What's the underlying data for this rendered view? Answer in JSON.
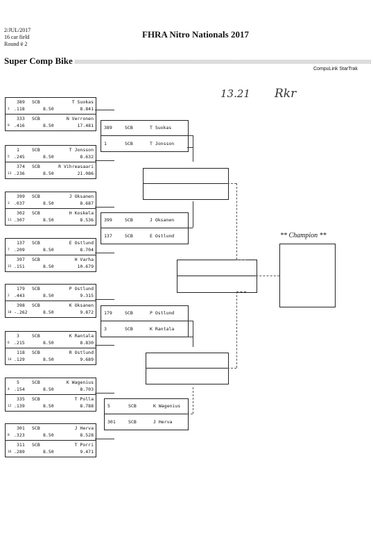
{
  "header": {
    "date": "2/JUL/2017",
    "field": "16 car field",
    "round": "Round # 2",
    "title": "FHRA Nitro Nationals 2017",
    "class_name": "Super Comp Bike",
    "brand": "CompuLink StarTrak"
  },
  "handwriting": {
    "time": "13.21",
    "initials": "Rkr"
  },
  "champion_label": "** Champion **",
  "round1": [
    {
      "top": {
        "num": "389",
        "cls": "SCB",
        "name": "T Suokas",
        "lane": "1",
        "rt": ".118",
        "dial": "8.50",
        "et": "8.841"
      },
      "bot": {
        "num": "333",
        "cls": "SCB",
        "name": "N Verronen",
        "lane": "9",
        "rt": ".416",
        "dial": "8.50",
        "et": "17.481"
      }
    },
    {
      "top": {
        "num": "1",
        "cls": "SCB",
        "name": "T Jonsson",
        "lane": "5",
        "rt": ".245",
        "dial": "8.50",
        "et": "8.632"
      },
      "bot": {
        "num": "374",
        "cls": "SCB",
        "name": "R Vihreasaari",
        "lane": "13",
        "rt": ".236",
        "dial": "8.50",
        "et": "21.086"
      }
    },
    {
      "top": {
        "num": "399",
        "cls": "SCB",
        "name": "J Oksanen",
        "lane": "3",
        "rt": ".037",
        "dial": "8.50",
        "et": "8.687"
      },
      "bot": {
        "num": "302",
        "cls": "SCB",
        "name": "H Koskela",
        "lane": "11",
        "rt": ".307",
        "dial": "8.50",
        "et": "8.536"
      }
    },
    {
      "top": {
        "num": "137",
        "cls": "SCB",
        "name": "E Ostlund",
        "lane": "7",
        "rt": ".209",
        "dial": "8.50",
        "et": "8.704"
      },
      "bot": {
        "num": "397",
        "cls": "SCB",
        "name": "H Varha",
        "lane": "15",
        "rt": ".151",
        "dial": "8.50",
        "et": "10.679"
      }
    },
    {
      "top": {
        "num": "179",
        "cls": "SCB",
        "name": "P Ostlund",
        "lane": "2",
        "rt": ".443",
        "dial": "8.50",
        "et": "9.315"
      },
      "bot": {
        "num": "398",
        "cls": "SCB",
        "name": "K Oksanen",
        "lane": "10",
        "rt": "-.262",
        "dial": "8.50",
        "et": "9.872"
      }
    },
    {
      "top": {
        "num": "3",
        "cls": "SCB",
        "name": "K Rantala",
        "lane": "6",
        "rt": ".215",
        "dial": "8.50",
        "et": "8.830"
      },
      "bot": {
        "num": "118",
        "cls": "SCB",
        "name": "R Ostlund",
        "lane": "14",
        "rt": ".129",
        "dial": "8.50",
        "et": "9.689"
      }
    },
    {
      "top": {
        "num": "5",
        "cls": "SCB",
        "name": "K Wagenius",
        "lane": "4",
        "rt": ".154",
        "dial": "8.50",
        "et": "8.703"
      },
      "bot": {
        "num": "335",
        "cls": "SCB",
        "name": "T Polla",
        "lane": "12",
        "rt": ".139",
        "dial": "8.50",
        "et": "8.788"
      }
    },
    {
      "top": {
        "num": "301",
        "cls": "SCB",
        "name": "J Herva",
        "lane": "8",
        "rt": ".323",
        "dial": "8.50",
        "et": "8.528"
      },
      "bot": {
        "num": "311",
        "cls": "SCB",
        "name": "T Porri",
        "lane": "16",
        "rt": ".289",
        "dial": "8.50",
        "et": "9.471"
      }
    }
  ],
  "round2": [
    {
      "top": {
        "num": "389",
        "cls": "SCB",
        "name": "T Suokas"
      },
      "bot": {
        "num": "1",
        "cls": "SCB",
        "name": "T Jonsson"
      }
    },
    {
      "top": {
        "num": "399",
        "cls": "SCB",
        "name": "J Oksanen"
      },
      "bot": {
        "num": "137",
        "cls": "SCB",
        "name": "E Ostlund"
      }
    },
    {
      "top": {
        "num": "179",
        "cls": "SCB",
        "name": "P Ostlund"
      },
      "bot": {
        "num": "3",
        "cls": "SCB",
        "name": "K Rantala"
      }
    },
    {
      "top": {
        "num": "5",
        "cls": "SCB",
        "name": "K Wagenius"
      },
      "bot": {
        "num": "301",
        "cls": "SCB",
        "name": "J Herva"
      }
    }
  ]
}
